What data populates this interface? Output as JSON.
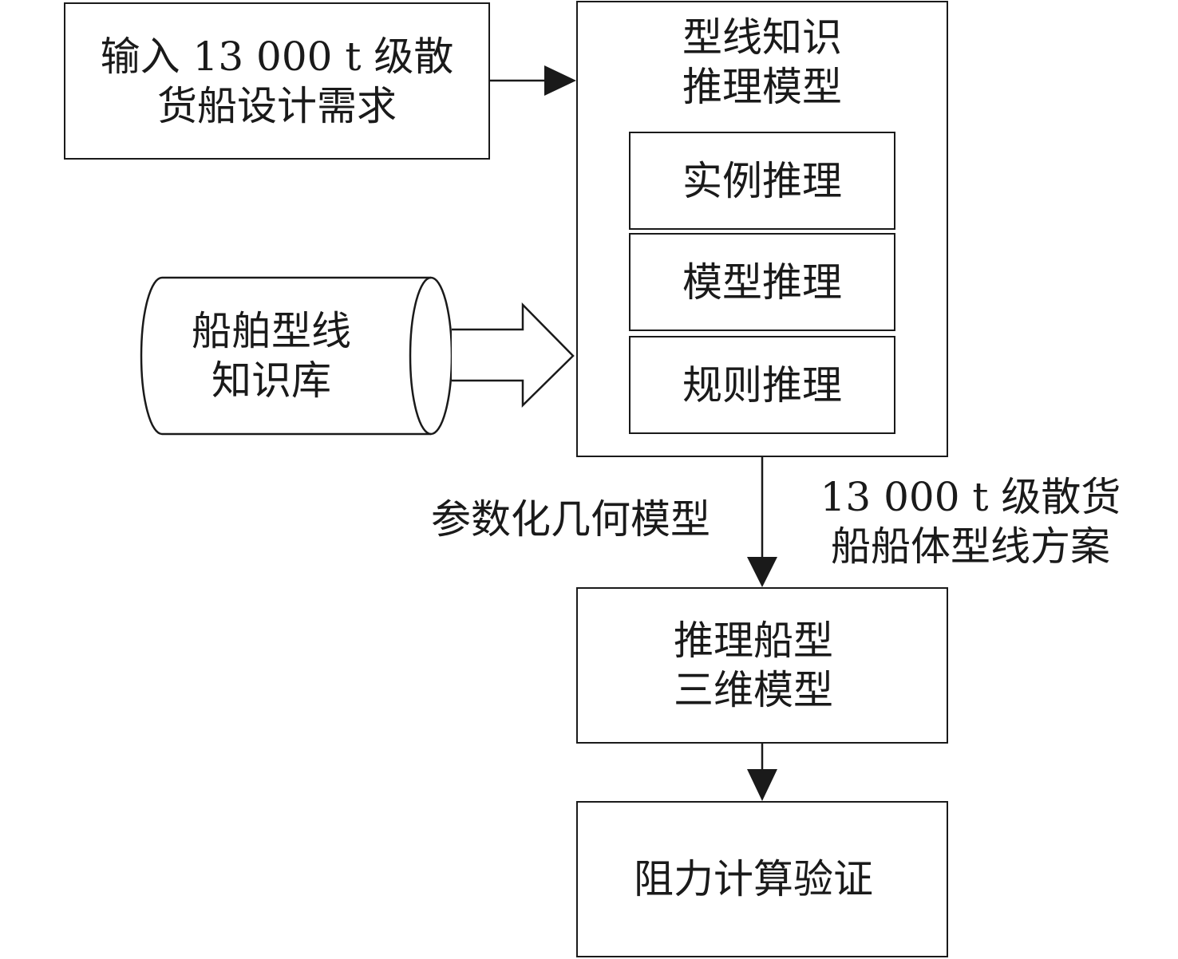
{
  "nodes": {
    "input": {
      "line1": "输入 13 000 t 级散",
      "line2": "货船设计需求"
    },
    "knowledge_base": {
      "line1": "船舶型线",
      "line2": "知识库"
    },
    "reasoning_model": {
      "title_line1": "型线知识",
      "title_line2": "推理模型",
      "methods": [
        "实例推理",
        "模型推理",
        "规则推理"
      ]
    },
    "model_3d": {
      "line1": "推理船型",
      "line2": "三维模型"
    },
    "verification": {
      "label": "阻力计算验证"
    }
  },
  "edge_labels": {
    "parametric": "参数化几何模型",
    "scheme_line1": "13 000 t 级散货",
    "scheme_line2": "船船体型线方案"
  }
}
